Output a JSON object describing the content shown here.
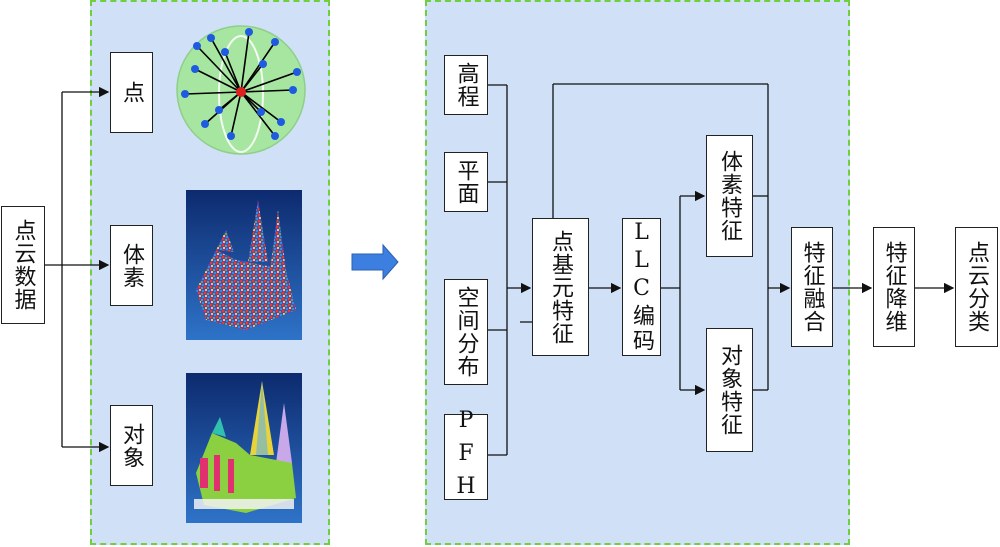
{
  "source_box": "点云数据",
  "left_panel": {
    "levels": [
      {
        "label": "点"
      },
      {
        "label": "体素"
      },
      {
        "label": "对象"
      }
    ]
  },
  "right_panel": {
    "inputs": [
      {
        "label": "高程"
      },
      {
        "label": "平面"
      },
      {
        "label": "空间分布"
      },
      {
        "label": "PFH"
      }
    ],
    "point_feature": "点基元特征",
    "llc": "LLC编码",
    "voxel_feature": "体素特征",
    "object_feature": "对象特征",
    "fusion": "特征融合",
    "reduction": "特征降维",
    "classification": "点云分类"
  },
  "colors": {
    "panel_bg": "#cfe0f7",
    "panel_border": "#6fcf3f",
    "arrow_blue": "#3d7fe0"
  }
}
